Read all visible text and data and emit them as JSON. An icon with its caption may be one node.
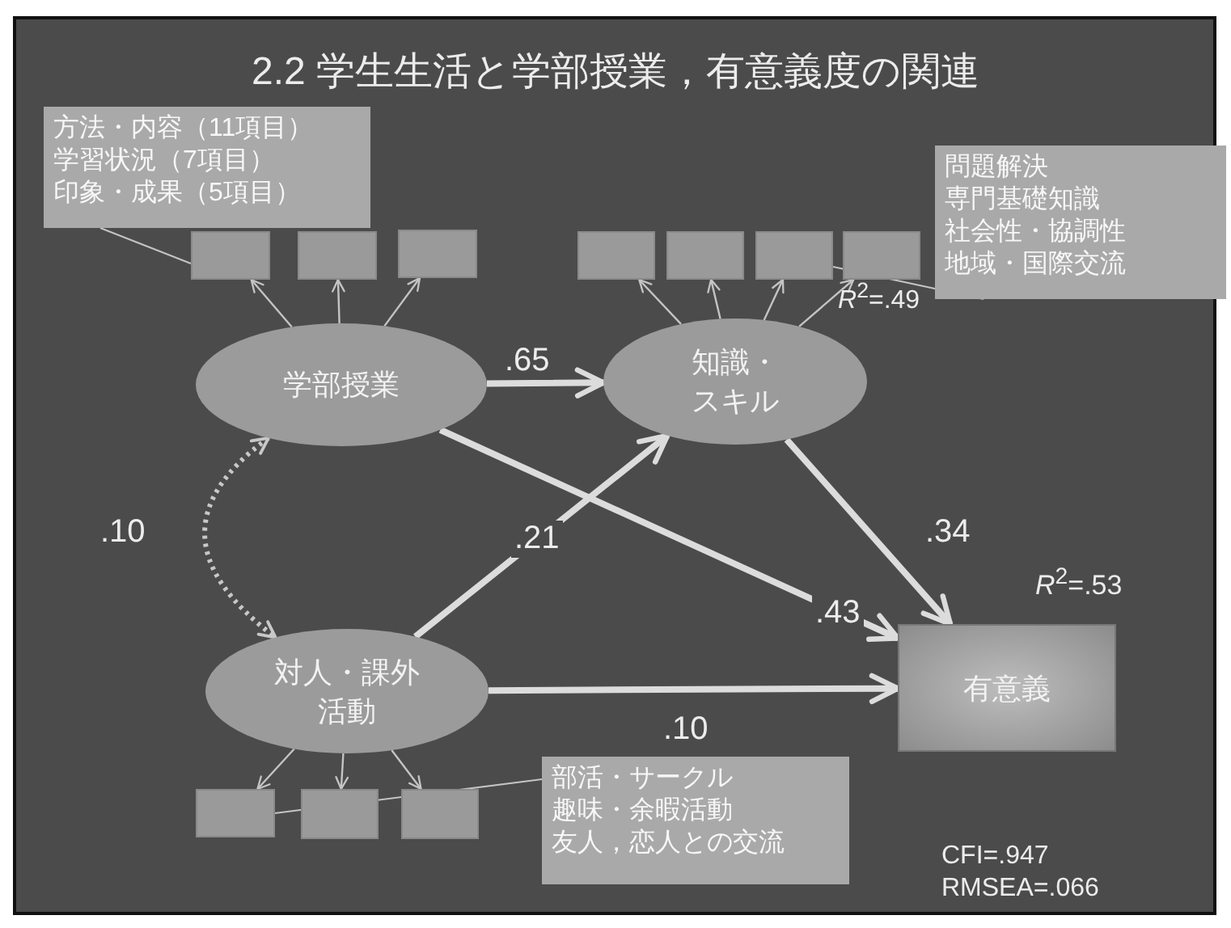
{
  "diagram": {
    "title": "2.2 学生生活と学部授業，有意義度の関連",
    "nodes": [
      {
        "text": [
          "学部授業"
        ]
      },
      {
        "text": [
          "知識・スキル"
        ]
      },
      {
        "text": [
          "対人・課外活動"
        ]
      },
      {
        "text": [
          "有意義"
        ]
      },
      {
        "text": [],
        "shape": "box"
      },
      {
        "text": [],
        "shape": "box"
      },
      {
        "text": [],
        "shape": "box"
      },
      {
        "text": [],
        "shape": "box"
      },
      {
        "text": [],
        "shape": "box"
      },
      {
        "text": [],
        "shape": "box"
      },
      {
        "text": [],
        "shape": "box"
      },
      {
        "text": [],
        "shape": "box"
      },
      {
        "text": [],
        "shape": "box"
      },
      {
        "text": [],
        "shape": "box"
      },
      {
        "text": [
          "方法・内容（11項目）",
          "学習状況（7項目）",
          "印象・成果（5項目）"
        ]
      },
      {
        "text": [
          "問題解決",
          "専門基礎知識",
          "社会性・協調性",
          "地域・国際交流"
        ]
      },
      {
        "text": [
          "部活・サークル",
          "趣味・余暇活動",
          "友人，恋人との交流"
        ]
      }
    ],
    "edges": [
      {
        "from": 0,
        "to": 4,
        "arrow": "to"
      },
      {
        "from": 0,
        "to": 5,
        "arrow": "to"
      },
      {
        "from": 0,
        "to": 6,
        "arrow": "to"
      },
      {
        "from": 1,
        "to": 7,
        "arrow": "to"
      },
      {
        "from": 1,
        "to": 8,
        "arrow": "to"
      },
      {
        "from": 1,
        "to": 9,
        "arrow": "to"
      },
      {
        "from": 1,
        "to": 10,
        "arrow": "to"
      },
      {
        "from": 2,
        "to": 11,
        "arrow": "to"
      },
      {
        "from": 2,
        "to": 12,
        "arrow": "to"
      },
      {
        "from": 2,
        "to": 13,
        "arrow": "to"
      },
      {
        "from": 0,
        "to": 1,
        "arrow": "to",
        "label": ".65",
        "style": "thick"
      },
      {
        "from": 0,
        "to": 3,
        "arrow": "to",
        "label": ".43",
        "style": "thick"
      },
      {
        "from": 2,
        "to": 1,
        "arrow": "to",
        "label": ".21",
        "style": "thick"
      },
      {
        "from": 2,
        "to": 3,
        "arrow": "to",
        "label": ".10",
        "style": "thick"
      },
      {
        "from": 1,
        "to": 3,
        "arrow": "to",
        "label": ".34",
        "style": "thick"
      },
      {
        "from": 0,
        "to": 2,
        "arrow": "both",
        "label": ".10",
        "style": "dashed"
      },
      {
        "from": 14,
        "to": 4,
        "arrow": "none"
      },
      {
        "from": 15,
        "to": 9,
        "arrow": "none"
      },
      {
        "from": 16,
        "to": 11,
        "arrow": "none"
      }
    ],
    "labels": [
      "*R*$^{2}$=.49",
      "*R*$^{2}$=.53",
      "CFI=.947",
      "RMSEA=.066"
    ]
  }
}
